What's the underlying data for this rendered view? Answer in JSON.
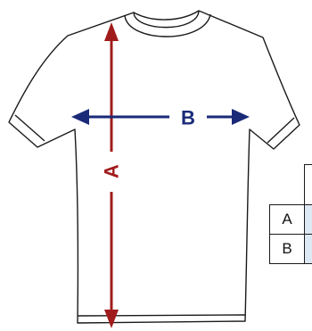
{
  "diagram": {
    "measure_a_label": "A",
    "measure_b_label": "B",
    "colors": {
      "outline": "#1a1a1a",
      "measure_a": "#a01c1c",
      "measure_b": "#1a2a78",
      "table_value_fill": "#dde8f5"
    }
  },
  "size_table": {
    "header": [
      ""
    ],
    "rows": [
      {
        "label": "A",
        "values": [
          ""
        ]
      },
      {
        "label": "B",
        "values": [
          ""
        ]
      }
    ]
  }
}
